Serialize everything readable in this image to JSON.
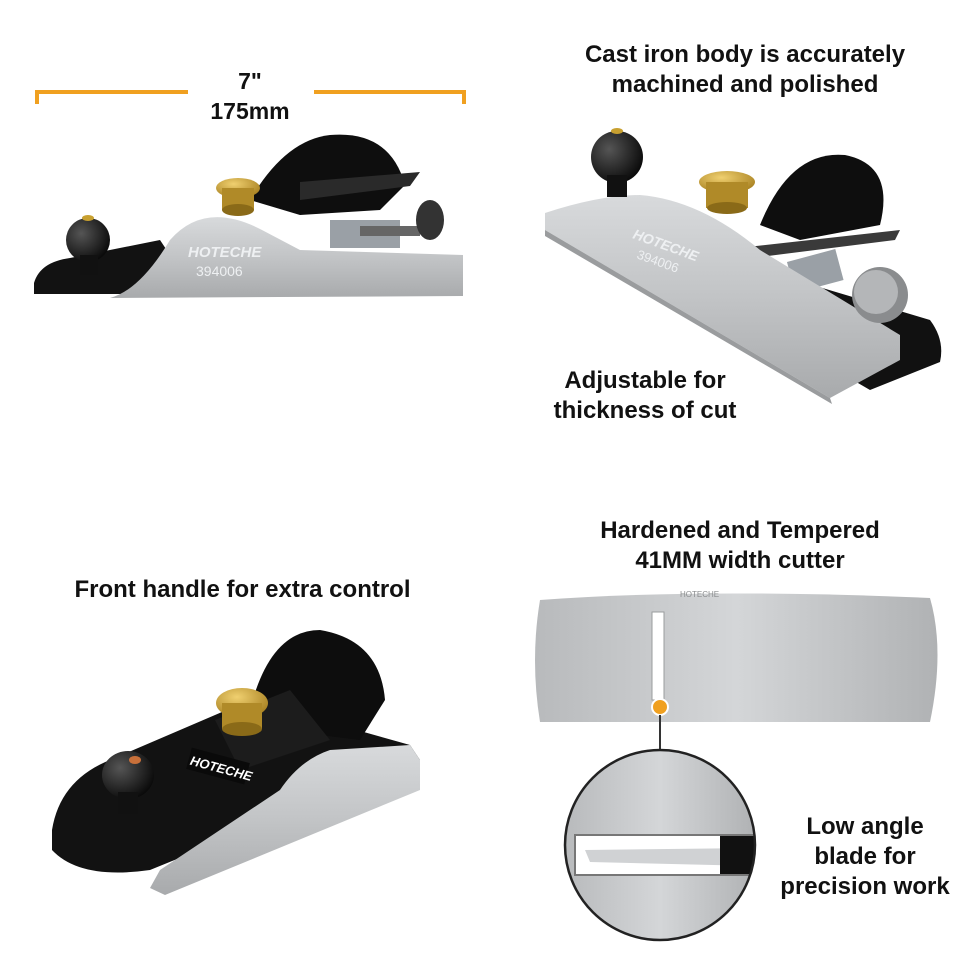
{
  "dimension": {
    "inches": "7\"",
    "mm": "175mm",
    "color": "#f0a020"
  },
  "callouts": {
    "cast_iron": [
      "Cast iron body is accurately",
      "machined and polished"
    ],
    "adjustable": [
      "Adjustable for",
      "thickness of cut"
    ],
    "front_handle": "Front handle for extra control",
    "hardened": [
      "Hardened and Tempered",
      "41MM width cutter"
    ],
    "low_angle": [
      "Low angle",
      "blade for",
      "precision work"
    ]
  },
  "product": {
    "brand": "HOTECHE",
    "model": "394006"
  },
  "colors": {
    "steel": "#c4c6c8",
    "black": "#111111",
    "brass": "#c8a030",
    "accent": "#f0a020"
  }
}
